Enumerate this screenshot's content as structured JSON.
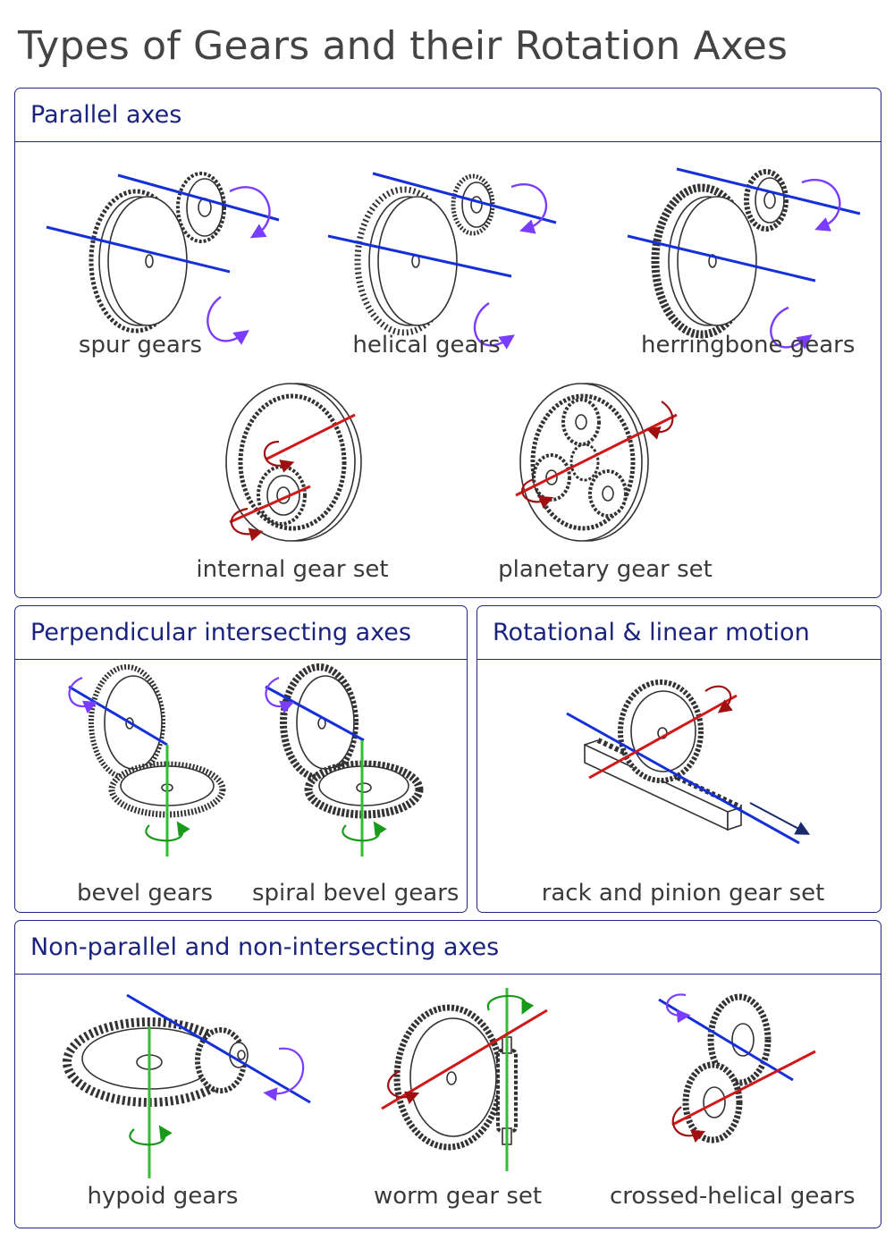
{
  "title": "Types of Gears and their Rotation Axes",
  "sections": {
    "parallel": {
      "title": "Parallel axes",
      "items": [
        "spur gears",
        "helical gears",
        "herringbone gears",
        "internal gear set",
        "planetary gear set"
      ]
    },
    "perpendicular": {
      "title": "Perpendicular intersecting axes",
      "items": [
        "bevel gears",
        "spiral bevel gears"
      ]
    },
    "rotational": {
      "title": "Rotational & linear motion",
      "items": [
        "rack and pinion gear set"
      ]
    },
    "nonparallel": {
      "title": "Non-parallel and non-intersecting axes",
      "items": [
        "hypoid gears",
        "worm gear set",
        "crossed-helical gears"
      ]
    }
  },
  "colors": {
    "border": "#1f2a7a",
    "heading": "#1a237e",
    "axis_blue": "#1530d8",
    "axis_red": "#d01818",
    "axis_green": "#2ec02e",
    "arrow_purple": "#7a3cff",
    "arrow_darkred": "#a01010",
    "arrow_green": "#1a9a1a"
  }
}
